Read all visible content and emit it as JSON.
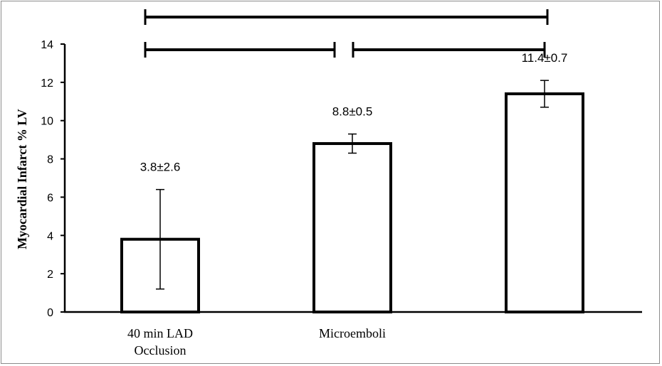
{
  "chart_data": {
    "type": "bar",
    "ylabel": "Myocardial  Infarct % LV",
    "ylim": [
      0,
      14
    ],
    "yticks": [
      "0",
      "2",
      "4",
      "6",
      "8",
      "10",
      "12",
      "14"
    ],
    "categories": [
      [
        "40 min LAD",
        "Occlusion"
      ],
      [
        "Microemboli"
      ],
      [
        ""
      ]
    ],
    "values": [
      3.8,
      8.8,
      11.4
    ],
    "errors": [
      2.6,
      0.5,
      0.7
    ],
    "data_labels": [
      "3.8±2.6",
      "8.8±0.5",
      "11.4±0.7"
    ],
    "comparison_brackets": [
      {
        "from": 0,
        "to": 1
      },
      {
        "from": 1,
        "to": 2
      },
      {
        "from": 0,
        "to": 2
      }
    ],
    "bar_fill": "#ffffff",
    "bar_stroke": "#000000",
    "grid": false
  }
}
